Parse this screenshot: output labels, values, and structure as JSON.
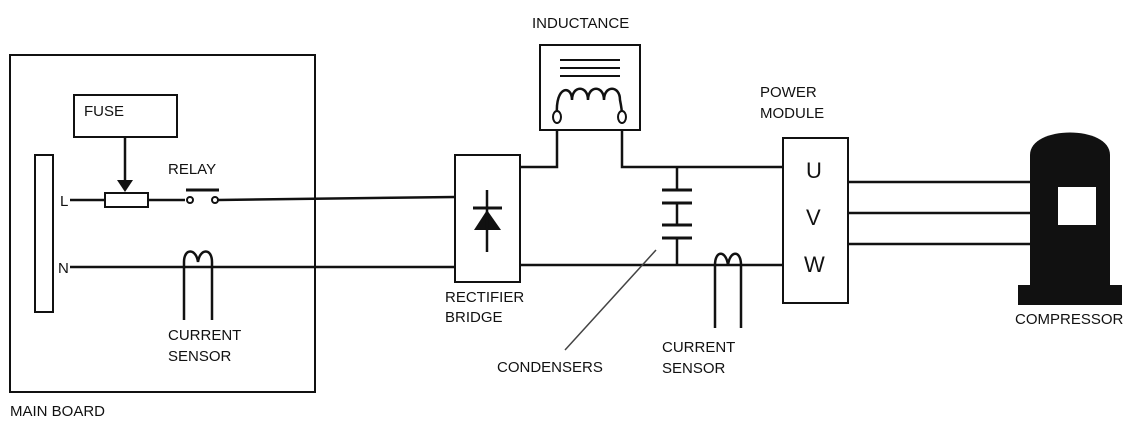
{
  "labels": {
    "inductance": "INDUCTANCE",
    "power_module_1": "POWER",
    "power_module_2": "MODULE",
    "fuse": "FUSE",
    "relay": "RELAY",
    "l": "L",
    "n": "N",
    "current_sensor_1a": "CURRENT",
    "current_sensor_1b": "SENSOR",
    "rectifier_1": "RECTIFIER",
    "rectifier_2": "BRIDGE",
    "current_sensor_2a": "CURRENT",
    "current_sensor_2b": "SENSOR",
    "condensers": "CONDENSERS",
    "compressor": "COMPRESSOR",
    "main_board": "MAIN BOARD",
    "u": "U",
    "v": "V",
    "w": "W"
  }
}
